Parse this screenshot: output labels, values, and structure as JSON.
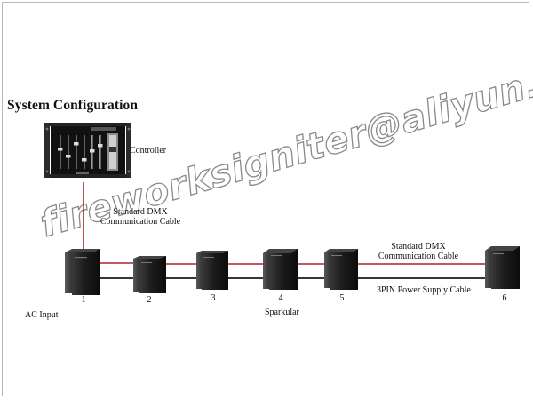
{
  "title": "System Configuration",
  "labels": {
    "controller": "Controller",
    "dmx_top_line1": "Standard DMX",
    "dmx_top_line2": "Communication Cable",
    "dmx_right_line1": "Standard DMX",
    "dmx_right_line2": "Communication Cable",
    "power_cable": "3PIN Power Supply Cable",
    "ac_input": "AC Input",
    "sparkular": "Sparkular"
  },
  "units": [
    "1",
    "2",
    "3",
    "4",
    "5",
    "6"
  ],
  "watermark": "fireworksigniter@aliyun.com",
  "colors": {
    "dmx_cable": "#b0202a",
    "power_cable": "#1a1a1a",
    "unit_body": "#1c1c1c",
    "controller_body": "#111111"
  }
}
